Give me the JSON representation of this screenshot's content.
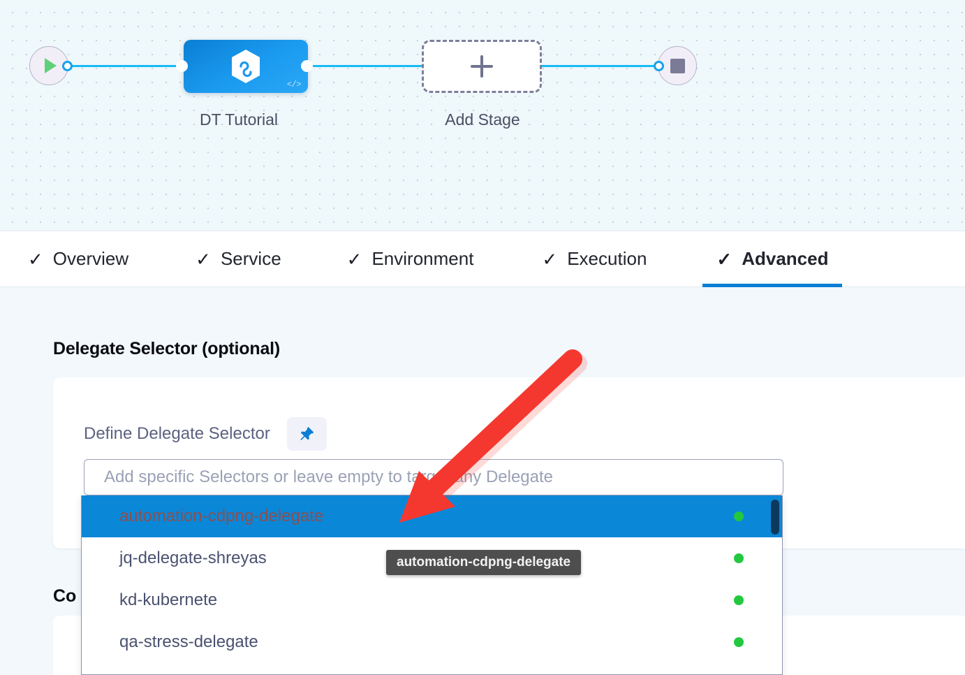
{
  "canvas": {
    "start_node_icon": "play-icon",
    "end_node_icon": "stop-icon",
    "stage": {
      "label": "DT Tutorial",
      "icon": "deployment-hexagon-icon",
      "code_badge": "</>"
    },
    "add_stage": {
      "label": "Add Stage",
      "icon": "plus-icon"
    }
  },
  "tabs": [
    {
      "label": "Overview",
      "check": "✓",
      "active": false
    },
    {
      "label": "Service",
      "check": "✓",
      "active": false
    },
    {
      "label": "Environment",
      "check": "✓",
      "active": false
    },
    {
      "label": "Execution",
      "check": "✓",
      "active": false
    },
    {
      "label": "Advanced",
      "check": "✓",
      "active": true
    }
  ],
  "main": {
    "section_title": "Delegate Selector (optional)",
    "field_label": "Define Delegate Selector",
    "pin_icon": "pushpin-icon",
    "selector_placeholder": "Add specific Selectors or leave empty to target any Delegate",
    "selector_value": "",
    "second_section_title": "Co"
  },
  "dropdown": {
    "items": [
      {
        "label": "automation-cdpng-delegate",
        "status": "connected",
        "selected": true
      },
      {
        "label": "jq-delegate-shreyas",
        "status": "connected",
        "selected": false
      },
      {
        "label": "kd-kubernete",
        "status": "connected",
        "selected": false
      },
      {
        "label": "qa-stress-delegate",
        "status": "connected",
        "selected": false
      }
    ],
    "scrollbar": "vertical-scrollbar"
  },
  "tooltip": {
    "text": "automation-cdpng-delegate"
  },
  "annotation": {
    "arrow_color": "#f5382f",
    "arrow": "red-pointer-arrow"
  },
  "colors": {
    "accent_blue": "#0b7fd4",
    "selected_row": "#0b87d8",
    "status_green": "#22c93f",
    "connector": "#17bbf5",
    "canvas_bg": "#eff8fb",
    "content_bg": "#f2f8fc"
  }
}
